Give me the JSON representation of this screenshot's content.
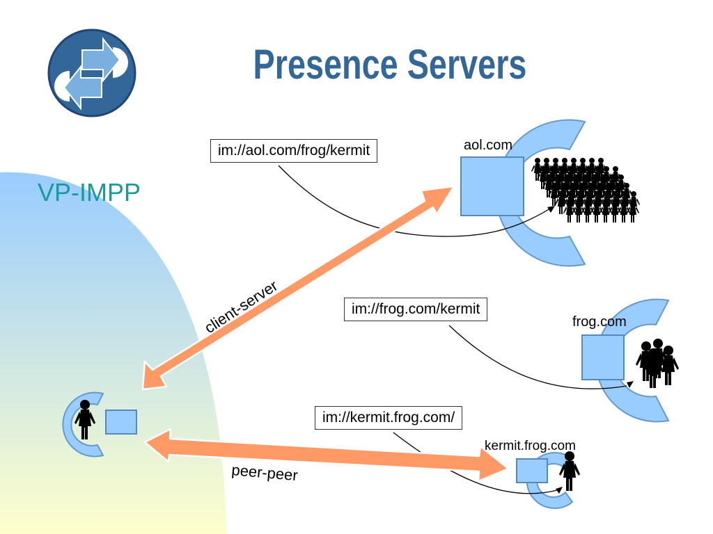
{
  "slide": {
    "title": "Presence Servers",
    "subtitle": "VP-IMPP"
  },
  "colors": {
    "title": "#336699",
    "subtitle": "#1a9a9a",
    "server_box": "#99ccff",
    "ring": "#99ccff",
    "arrow": "#ff9966",
    "logo": "#336699"
  },
  "icons": {
    "logo": "swap-arrows-logo-icon",
    "person": "person-silhouette-icon",
    "server": "server-box-icon"
  },
  "urls": {
    "aol": "im://aol.com/frog/kermit",
    "frog": "im://frog.com/kermit",
    "kermit": "im://kermit.frog.com/"
  },
  "servers": {
    "aol": "aol.com",
    "frog": "frog.com",
    "kermit": "kermit.frog.com"
  },
  "links": {
    "client_server": "client-server",
    "peer_peer": "peer-peer"
  }
}
